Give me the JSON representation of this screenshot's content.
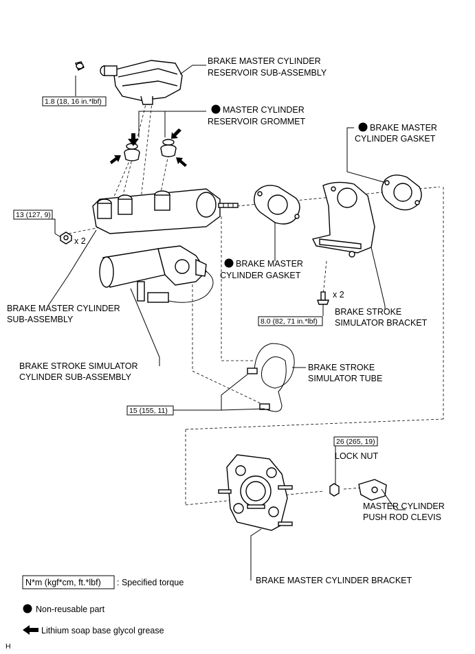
{
  "labels": {
    "reservoir": [
      "BRAKE MASTER CYLINDER",
      "RESERVOIR SUB-ASSEMBLY"
    ],
    "grommet": [
      "MASTER CYLINDER",
      "RESERVOIR GROMMET"
    ],
    "gasket_top": [
      "BRAKE MASTER",
      "CYLINDER GASKET"
    ],
    "gasket_mid": [
      "BRAKE MASTER",
      "CYLINDER GASKET"
    ],
    "master_cyl": [
      "BRAKE MASTER CYLINDER",
      "SUB-ASSEMBLY"
    ],
    "stroke_bracket": [
      "BRAKE STROKE",
      "SIMULATOR BRACKET"
    ],
    "stroke_cyl": [
      "BRAKE STROKE SIMULATOR",
      "CYLINDER SUB-ASSEMBLY"
    ],
    "stroke_tube": [
      "BRAKE STROKE",
      "SIMULATOR TUBE"
    ],
    "lock_nut": "LOCK NUT",
    "clevis": [
      "MASTER CYLINDER",
      "PUSH ROD CLEVIS"
    ],
    "mc_bracket": "BRAKE MASTER CYLINDER BRACKET"
  },
  "torques": {
    "reservoir_bolt": "1.8 (18, 16 in.*lbf)",
    "mc_nut": "13 (127, 9)",
    "bracket_bolt": "8.0 (82, 71 in.*lbf)",
    "tube_nut": "15 (155, 11)",
    "lock_nut": "26 (265, 19)"
  },
  "quantities": {
    "mc_nut": "x 2",
    "bracket_bolt": "x 2"
  },
  "legend": {
    "torque_box": "N*m (kgf*cm, ft.*lbf)",
    "torque_text": ": Specified torque",
    "non_reusable": "Non-reusable part",
    "grease": "Lithium soap base glycol grease"
  },
  "corner_code": "H"
}
